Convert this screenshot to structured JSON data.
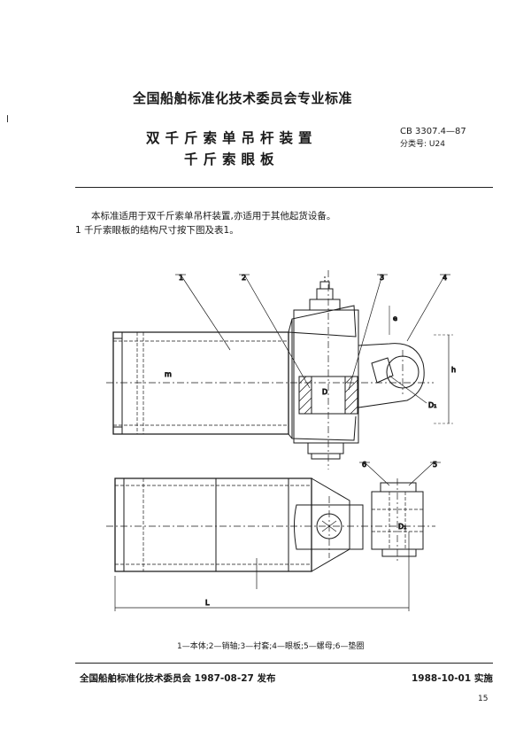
{
  "header": {
    "organization": "全国船舶标准化技术委员会专业标准",
    "title_line1": "双千斤索单吊杆装置",
    "title_line2": "千斤索眼板",
    "standard_number": "CB  3307.4—87",
    "classification": "分类号: U24"
  },
  "body": {
    "intro": "本标准适用于双千斤索单吊杆装置,亦适用于其他起货设备。",
    "clause1": "1  千斤索眼板的结构尺寸按下图及表1。"
  },
  "figure": {
    "callouts": [
      "1",
      "2",
      "3",
      "4",
      "5",
      "6"
    ],
    "dimension_labels": {
      "D": "D",
      "D1": "D₁",
      "m": "m",
      "h": "h",
      "e": "e",
      "L": "L"
    },
    "caption": "1—本体;2—销轴;3—衬套;4—眼板;5—螺母;6—垫圈"
  },
  "footer": {
    "issued": "全国船舶标准化技术委员会 1987-08-27 发布",
    "effective": "1988-10-01 实施",
    "page": "15"
  }
}
